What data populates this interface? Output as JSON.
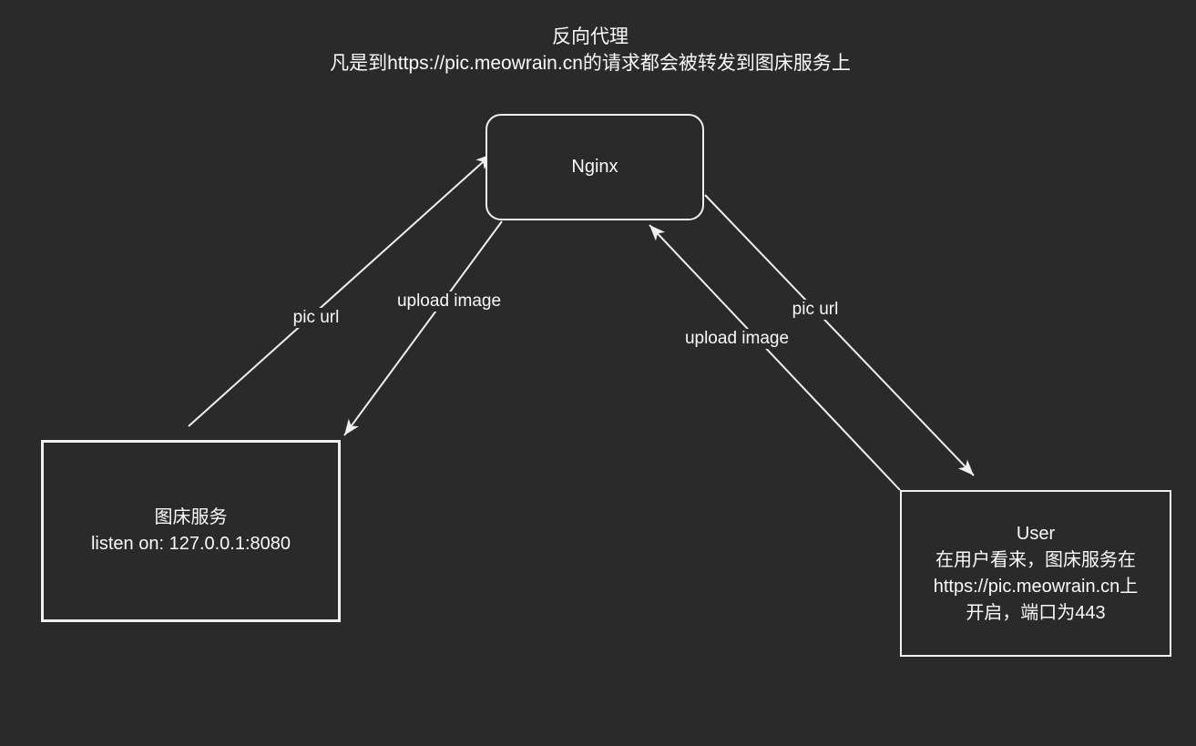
{
  "title": {
    "line1": "反向代理",
    "line2": "凡是到https://pic.meowrain.cn的请求都会被转发到图床服务上"
  },
  "nodes": {
    "nginx": {
      "label": "Nginx"
    },
    "image_service": {
      "line1": "图床服务",
      "line2": "listen on: 127.0.0.1:8080"
    },
    "user": {
      "line1": "User",
      "line2": "在用户看来，图床服务在",
      "line3": "https://pic.meowrain.cn上",
      "line4": "开启，端口为443"
    }
  },
  "edges": {
    "left_pic_url": "pic url",
    "left_upload_image": "upload image",
    "right_pic_url": "pic url",
    "right_upload_image": "upload image"
  },
  "colors": {
    "background": "#2a2a2a",
    "stroke": "#f0f0f0",
    "text": "#fafafa"
  }
}
